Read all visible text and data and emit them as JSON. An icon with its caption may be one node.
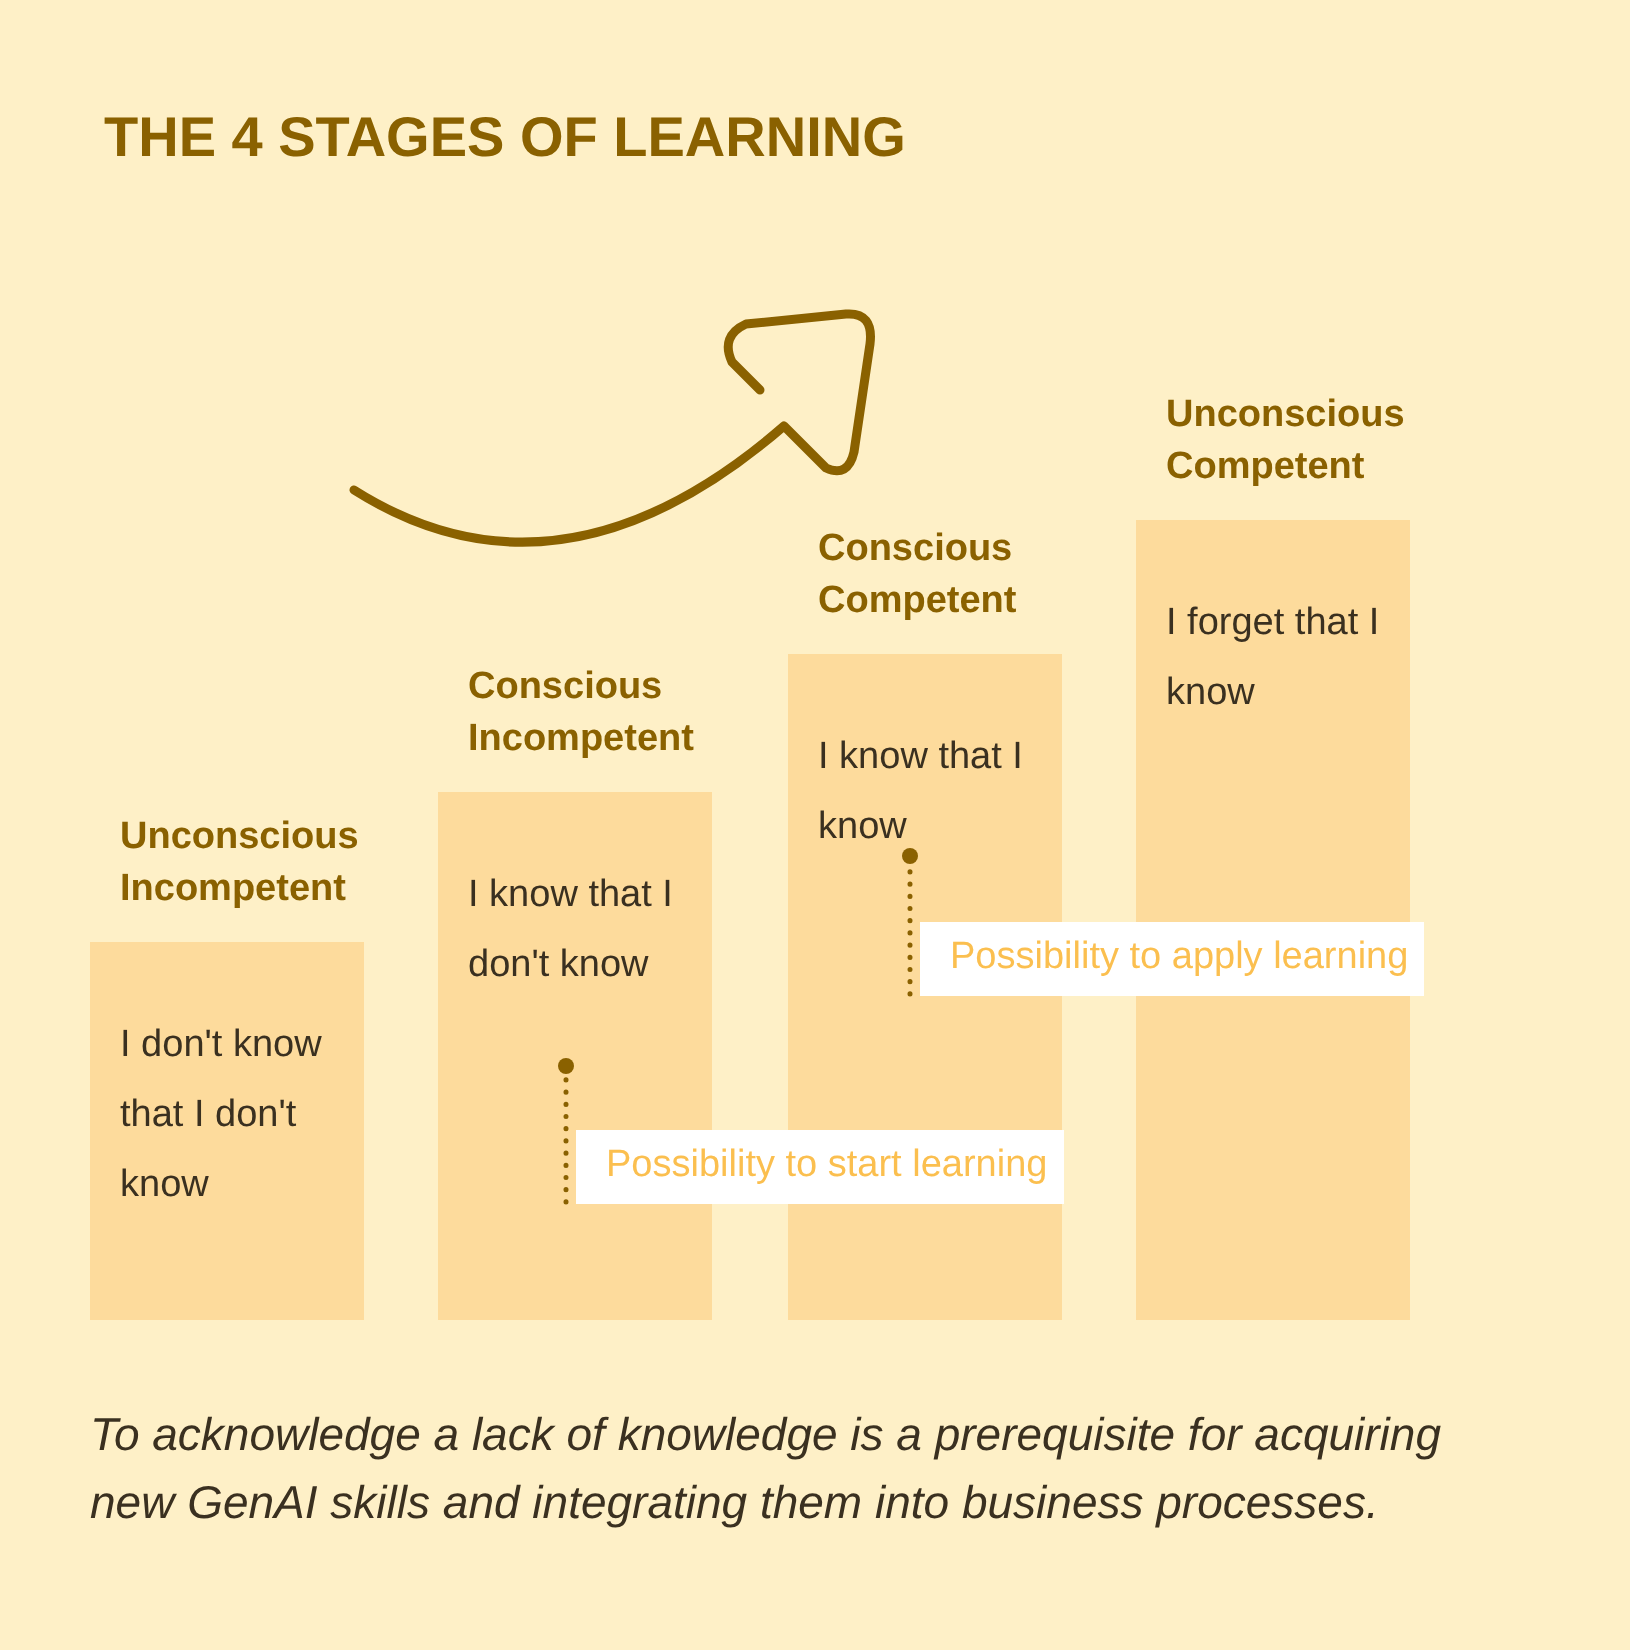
{
  "diagram": {
    "title": "THE 4 STAGES OF LEARNING",
    "nodes": [
      {
        "text": [
          "Unconscious Incompetent",
          "I don't know that I don't know"
        ]
      },
      {
        "text": [
          "Conscious Incompetent",
          "I know that I don't know"
        ]
      },
      {
        "text": [
          "Conscious Competent",
          "I know that I know"
        ]
      },
      {
        "text": [
          "Unconscious Competent",
          "I forget that I know"
        ]
      },
      {
        "text": [
          "Possibility to start learning"
        ]
      },
      {
        "text": [
          "Possibility to apply learning"
        ]
      },
      {
        "text": [],
        "shape": "circle",
        "in": 1
      },
      {
        "text": [],
        "shape": "circle",
        "in": 2
      }
    ],
    "edges": [
      {
        "from": 4,
        "to": 6,
        "arrow": "none",
        "style": "dashed"
      },
      {
        "from": 5,
        "to": 7,
        "arrow": "none",
        "style": "dashed"
      }
    ],
    "caption": "To acknowledge a lack of knowledge is a prerequisite for acquiring new GenAI skills and integrating them into business processes."
  }
}
